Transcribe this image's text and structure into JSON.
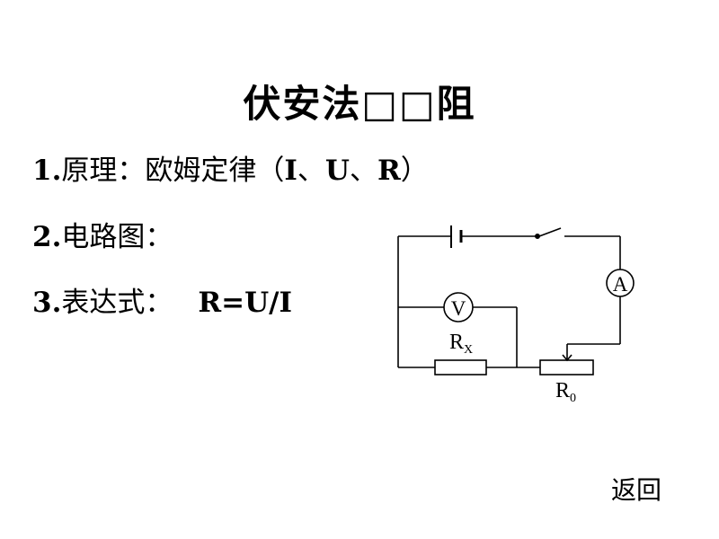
{
  "title": "伏安法□□阻",
  "lines": [
    {
      "num": "1.",
      "text": "原理：欧姆定律（",
      "vars": [
        "I",
        "U",
        "R"
      ],
      "sep": "、",
      "close": "）"
    },
    {
      "num": "2.",
      "text": "电路图："
    },
    {
      "num": "3.",
      "text": "表达式：",
      "formula": "R=U/I"
    }
  ],
  "circuit": {
    "ammeter": "A",
    "voltmeter": "V",
    "rx_main": "R",
    "rx_sub": "X",
    "r0_main": "R",
    "r0_sub": "0"
  },
  "back_label": "返回"
}
